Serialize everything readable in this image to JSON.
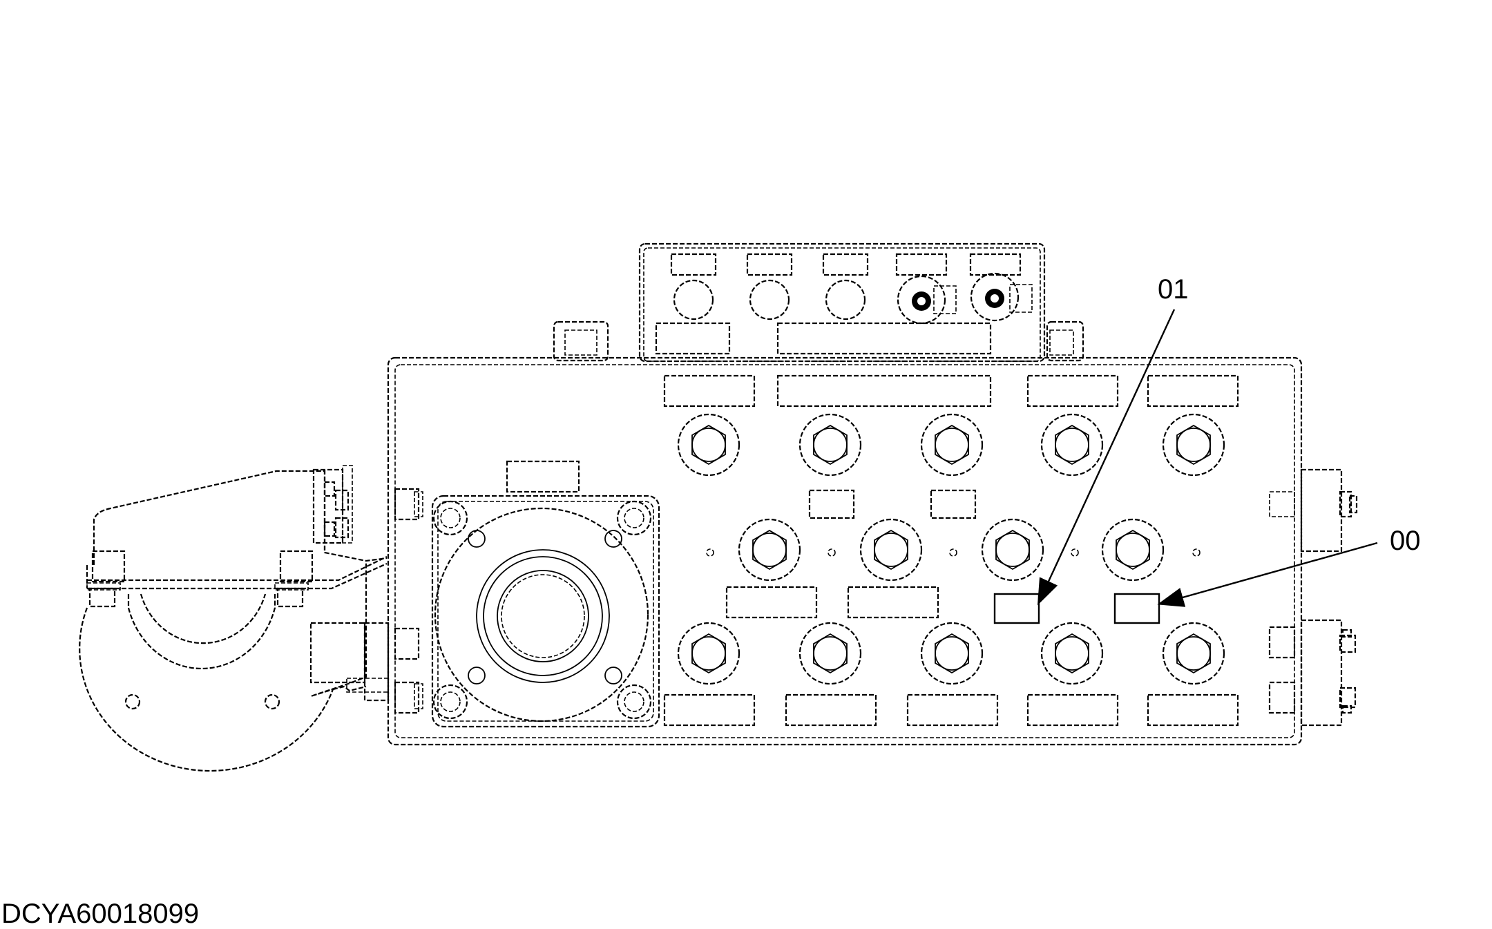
{
  "diagram": {
    "callouts": [
      {
        "id": "01",
        "label": "01"
      },
      {
        "id": "00",
        "label": "00"
      }
    ],
    "drawing_code": "DCYA60018099",
    "line_color": "#000000",
    "background_color": "#ffffff"
  }
}
